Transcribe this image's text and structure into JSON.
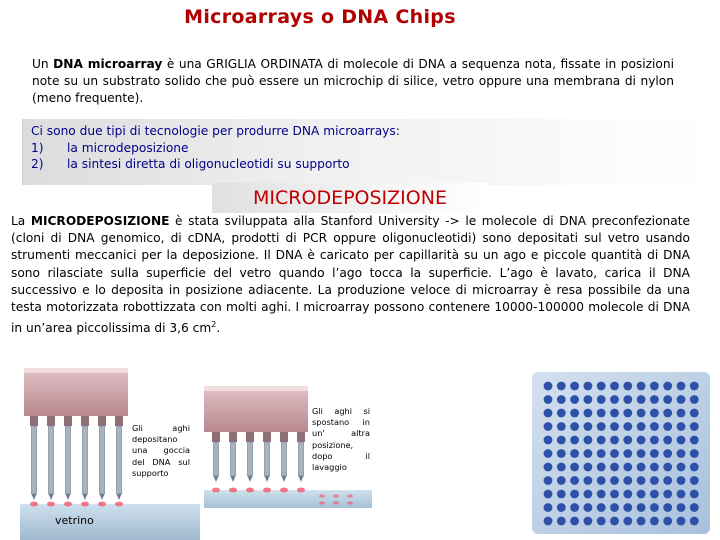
{
  "title": "Microarrays o DNA Chips",
  "intro": {
    "t1": "Un ",
    "b1": "DNA microarray",
    "t2": " è una GRIGLIA ORDINATA di molecole di DNA a sequenza nota, fissate in posizioni note su un substrato solido che può essere un microchip di silice, vetro oppure una membrana di nylon (meno frequente)."
  },
  "box": {
    "line0": "Ci sono due tipi di tecnologie per produrre DNA microarrays:",
    "items": [
      {
        "num": "1)",
        "text": "la microdeposizione"
      },
      {
        "num": "2)",
        "text": "la sintesi diretta di oligonucleotidi su supporto"
      }
    ]
  },
  "subtitle": "MICRODEPOSIZIONE",
  "para": {
    "t1": "La ",
    "b1": "MICRODEPOSIZIONE",
    "t2": " è stata sviluppata alla Stanford University -> le molecole di DNA preconfezionate  (cloni di DNA genomico, di cDNA, prodotti di PCR oppure oligonucleotidi) sono depositati sul vetro usando strumenti meccanici per la deposizione. Il DNA è caricato per capillarità su un ago e piccole quantità di DNA sono rilasciate sulla superficie del vetro quando l’ago tocca la superficie. L’ago è lavato, carica il DNA successivo e lo deposita in posizione adiacente. La produzione veloce di microarray è resa possibile da una testa motorizzata robottizzata  con molti aghi. I microarray possono contenere 10000-100000 molecole di DNA in un’area piccolissima di 3,6 cm",
    "sup": "2",
    "end": "."
  },
  "caption1": "Gli aghi depositano una goccia del DNA sul supporto",
  "caption2": "Gli aghi si spostano in un’ altra posizione, dopo il lavaggio",
  "glass_label": "vetrino",
  "colors": {
    "title": "#b00000",
    "subtitle": "#c00000",
    "box_text": "#000088",
    "head_pink": "#cc9fa5",
    "array_bg": "#b9cde6",
    "array_dot": "#2d50a8",
    "droplet": "#f06070"
  }
}
